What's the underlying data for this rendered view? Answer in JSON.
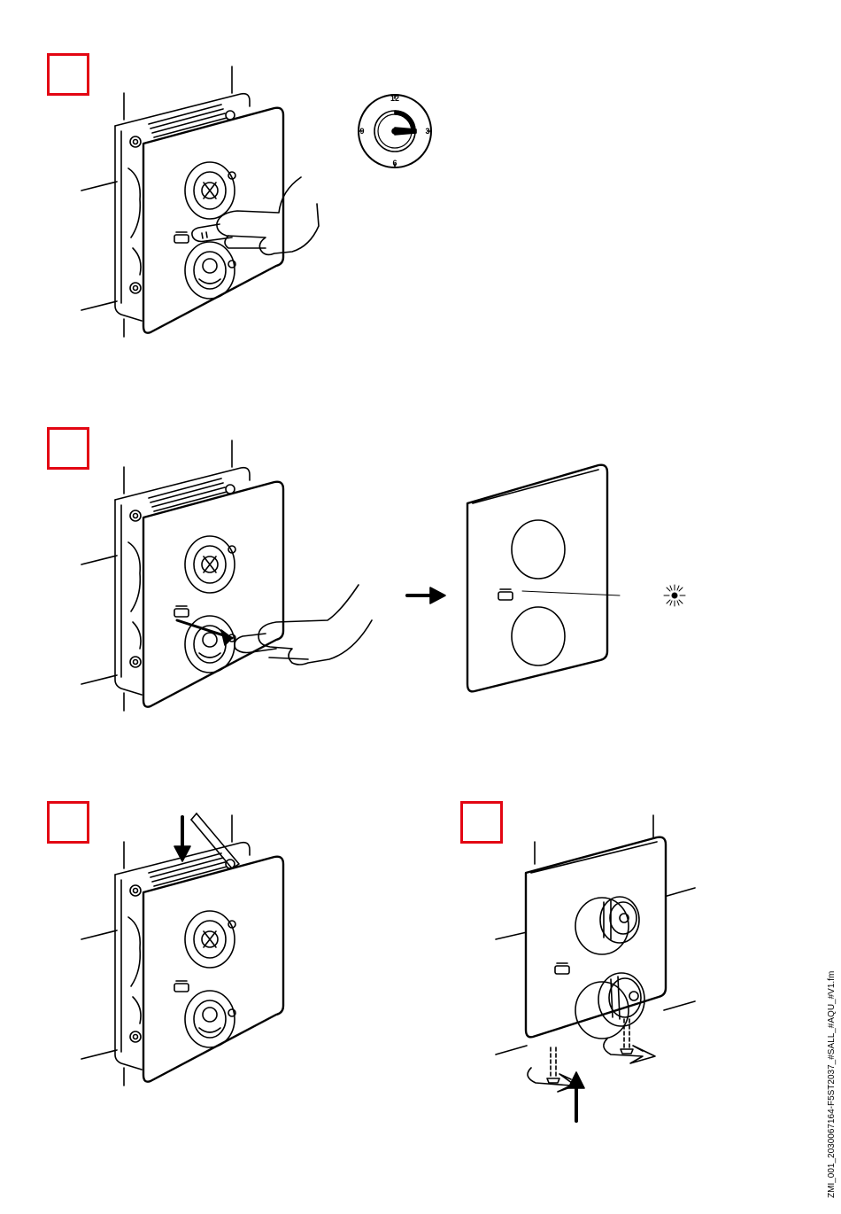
{
  "steps": [
    {
      "id": "step-1",
      "has_clock": true
    },
    {
      "id": "step-2",
      "has_led": true
    },
    {
      "id": "step-3",
      "has_key": true
    },
    {
      "id": "step-4",
      "has_screws": true
    }
  ],
  "clock": {
    "labels": {
      "top": "12",
      "right": "3",
      "bottom": "6",
      "left": "9"
    }
  },
  "document_code": "ZMI_001_2030067164-F5ST2037_#SALL_#AQU_#V1.fm",
  "colors": {
    "step_box": "#e30613",
    "line": "#000000"
  }
}
